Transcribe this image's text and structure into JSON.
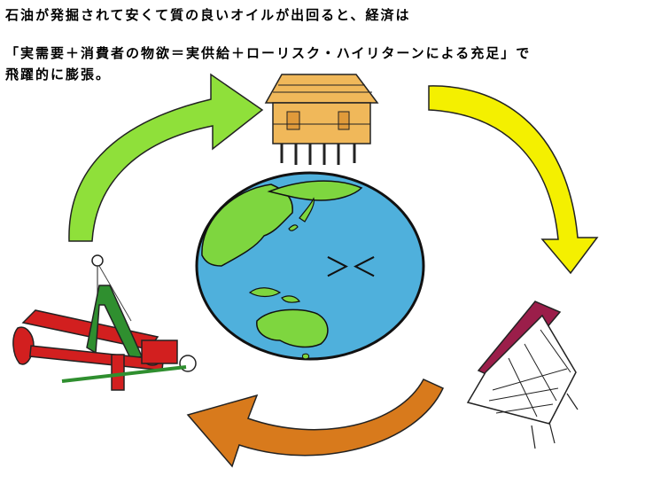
{
  "caption": {
    "line1": "石油が発掘されて安くて質の良いオイルが出回ると、経済は",
    "line2": "「実需要＋消費者の物欲＝実供給＋ローリスク・ハイリターンによる充足」で",
    "line3": "飛躍的に膨張。"
  },
  "earth_face": "＞＜",
  "colors": {
    "arrow_green": "#8fe03a",
    "arrow_yellow": "#f4f000",
    "arrow_orange": "#d87a1c",
    "ocean": "#4fb0dc",
    "land": "#7ed63f",
    "house": "#f0b85a",
    "pump_red": "#d21f1f",
    "pump_green": "#2f8f2f"
  },
  "icons": [
    "oil-pump-icon",
    "stilt-house-icon",
    "collapsed-house-icon",
    "earth-icon"
  ]
}
